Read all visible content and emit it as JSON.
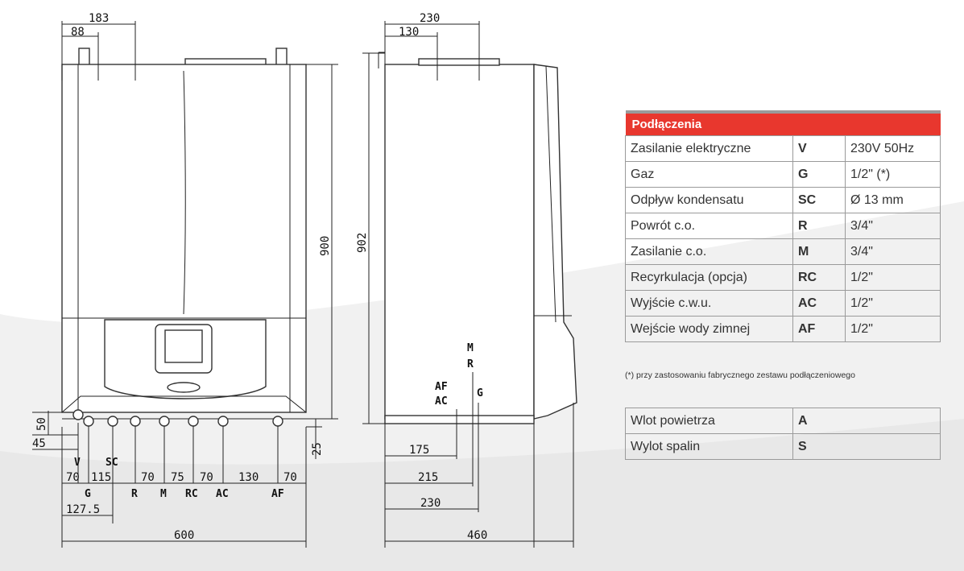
{
  "front_view": {
    "dims_top": [
      "183",
      "88"
    ],
    "dim_height": "900",
    "dims_left": [
      "50",
      "45"
    ],
    "dim_bottom_right": "25",
    "row_labels_top": [
      "V",
      "SC"
    ],
    "row_values": [
      "70",
      "115",
      "70",
      "75",
      "70",
      "130",
      "70"
    ],
    "row_labels_bottom": [
      "G",
      "R",
      "M",
      "RC",
      "AC",
      "AF"
    ],
    "dim_g_offset": "127.5",
    "dim_width": "600"
  },
  "side_view": {
    "dims_top": [
      "230",
      "130"
    ],
    "dim_height": "902",
    "labels_right": [
      "M",
      "R",
      "G"
    ],
    "labels_left": [
      "AF",
      "AC"
    ],
    "dims_bottom": [
      "175",
      "215",
      "230"
    ],
    "dim_depth": "460"
  },
  "connections": {
    "header": "Podłączenia",
    "rows": [
      {
        "name": "Zasilanie elektryczne",
        "code": "V",
        "value": "230V 50Hz"
      },
      {
        "name": "Gaz",
        "code": "G",
        "value": "1/2\" (*)"
      },
      {
        "name": "Odpływ kondensatu",
        "code": "SC",
        "value": "Ø 13 mm"
      },
      {
        "name": "Powrót c.o.",
        "code": "R",
        "value": "3/4\""
      },
      {
        "name": "Zasilanie c.o.",
        "code": "M",
        "value": "3/4\""
      },
      {
        "name": "Recyrkulacja (opcja)",
        "code": "RC",
        "value": "1/2\""
      },
      {
        "name": "Wyjście c.w.u.",
        "code": "AC",
        "value": "1/2\""
      },
      {
        "name": "Wejście wody zimnej",
        "code": "AF",
        "value": "1/2\""
      }
    ],
    "footnote": "(*) przy zastosowaniu fabrycznego zestawu podłączeniowego"
  },
  "air": {
    "rows": [
      {
        "name": "Wlot powietrza",
        "code": "A"
      },
      {
        "name": "Wylot spalin",
        "code": "S"
      }
    ]
  },
  "colors": {
    "header_red": "#e8372e",
    "border_grey": "#9a9a9a"
  }
}
